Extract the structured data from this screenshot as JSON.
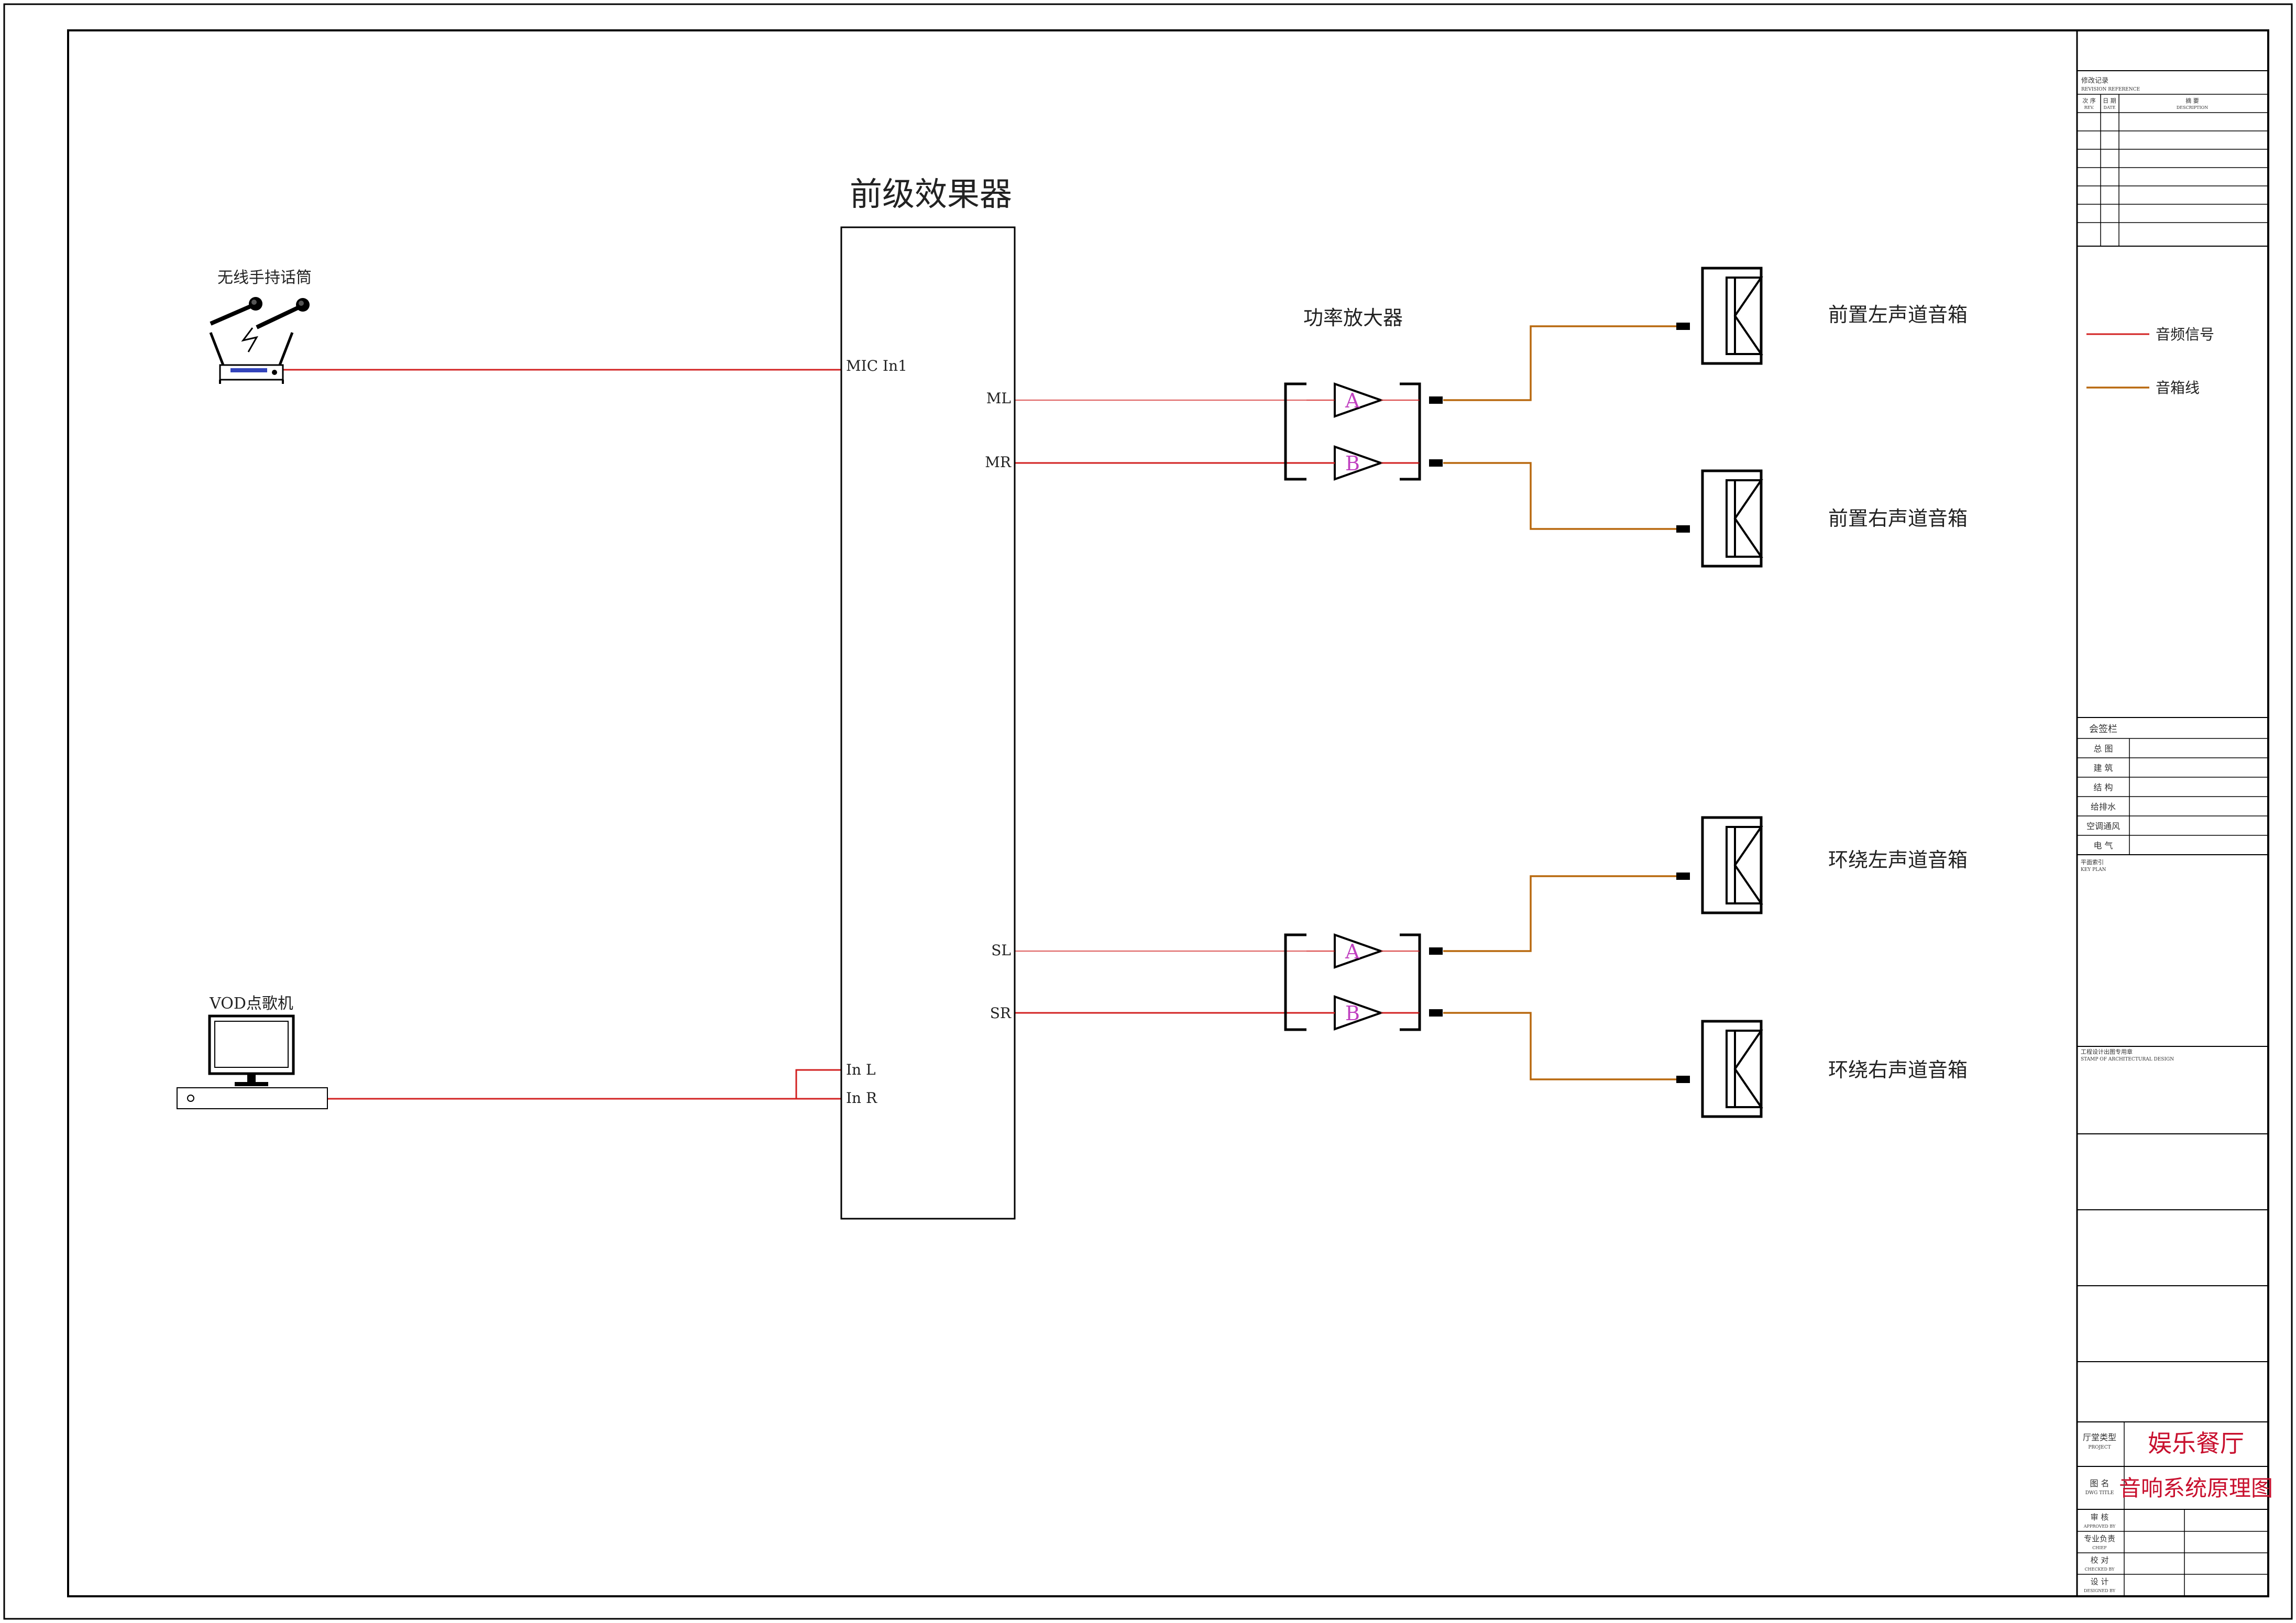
{
  "colors": {
    "audio_signal": "#d22020",
    "speaker_wire": "#b8680e",
    "amp_channel_letter": "#c040c0",
    "title_text": "#c8102e",
    "outline": "#000000"
  },
  "devices": {
    "wireless_mic": {
      "label": "无线手持话筒",
      "icon": "wireless-microphone-receiver-icon"
    },
    "vod": {
      "label": "VOD点歌机",
      "icon": "computer-monitor-icon"
    },
    "processor": {
      "title": "前级效果器",
      "inputs": {
        "mic": "MIC In1",
        "in_l": "In L",
        "in_r": "In R"
      },
      "outputs": {
        "ml": "ML",
        "mr": "MR",
        "sl": "SL",
        "sr": "SR"
      }
    },
    "amplifier": {
      "label": "功率放大器",
      "ch_a": "A",
      "ch_b": "B"
    },
    "speakers": {
      "front_left": "前置左声道音箱",
      "front_right": "前置右声道音箱",
      "surround_left": "环绕左声道音箱",
      "surround_right": "环绕右声道音箱"
    }
  },
  "legend": {
    "audio": "音频信号",
    "speaker": "音箱线"
  },
  "title_block": {
    "revision_header": "修改记录",
    "revision_header_en": "REVISION REFERENCE",
    "rev_col1": "次 序",
    "rev_col1_en": "REV.",
    "rev_col2": "日 期",
    "rev_col2_en": "DATE",
    "rev_col3": "摘 要",
    "rev_col3_en": "DESCRIPTION",
    "sign_header": "会签栏",
    "sign_rows": [
      "总 图",
      "建 筑",
      "结 构",
      "给排水",
      "空调通风",
      "电 气"
    ],
    "key_plan": "平面索引",
    "key_plan_en": "KEY PLAN",
    "stamp": "工程设计出图专用章",
    "stamp_en": "STAMP OF ARCHITECTURAL DESIGN",
    "project_label": "厅堂类型",
    "project_label_en": "PROJECT",
    "project_name": "娱乐餐厅",
    "drawing_label": "图 名",
    "drawing_label_en": "DWG TITLE",
    "drawing_name": "音响系统原理图",
    "approved": "审 核",
    "approved_en": "APPROVED BY",
    "chief": "专业负责",
    "chief_en": "CHIEF",
    "checked": "校 对",
    "checked_en": "CHECKED BY",
    "designed": "设 计",
    "designed_en": "DESIGNED BY"
  }
}
